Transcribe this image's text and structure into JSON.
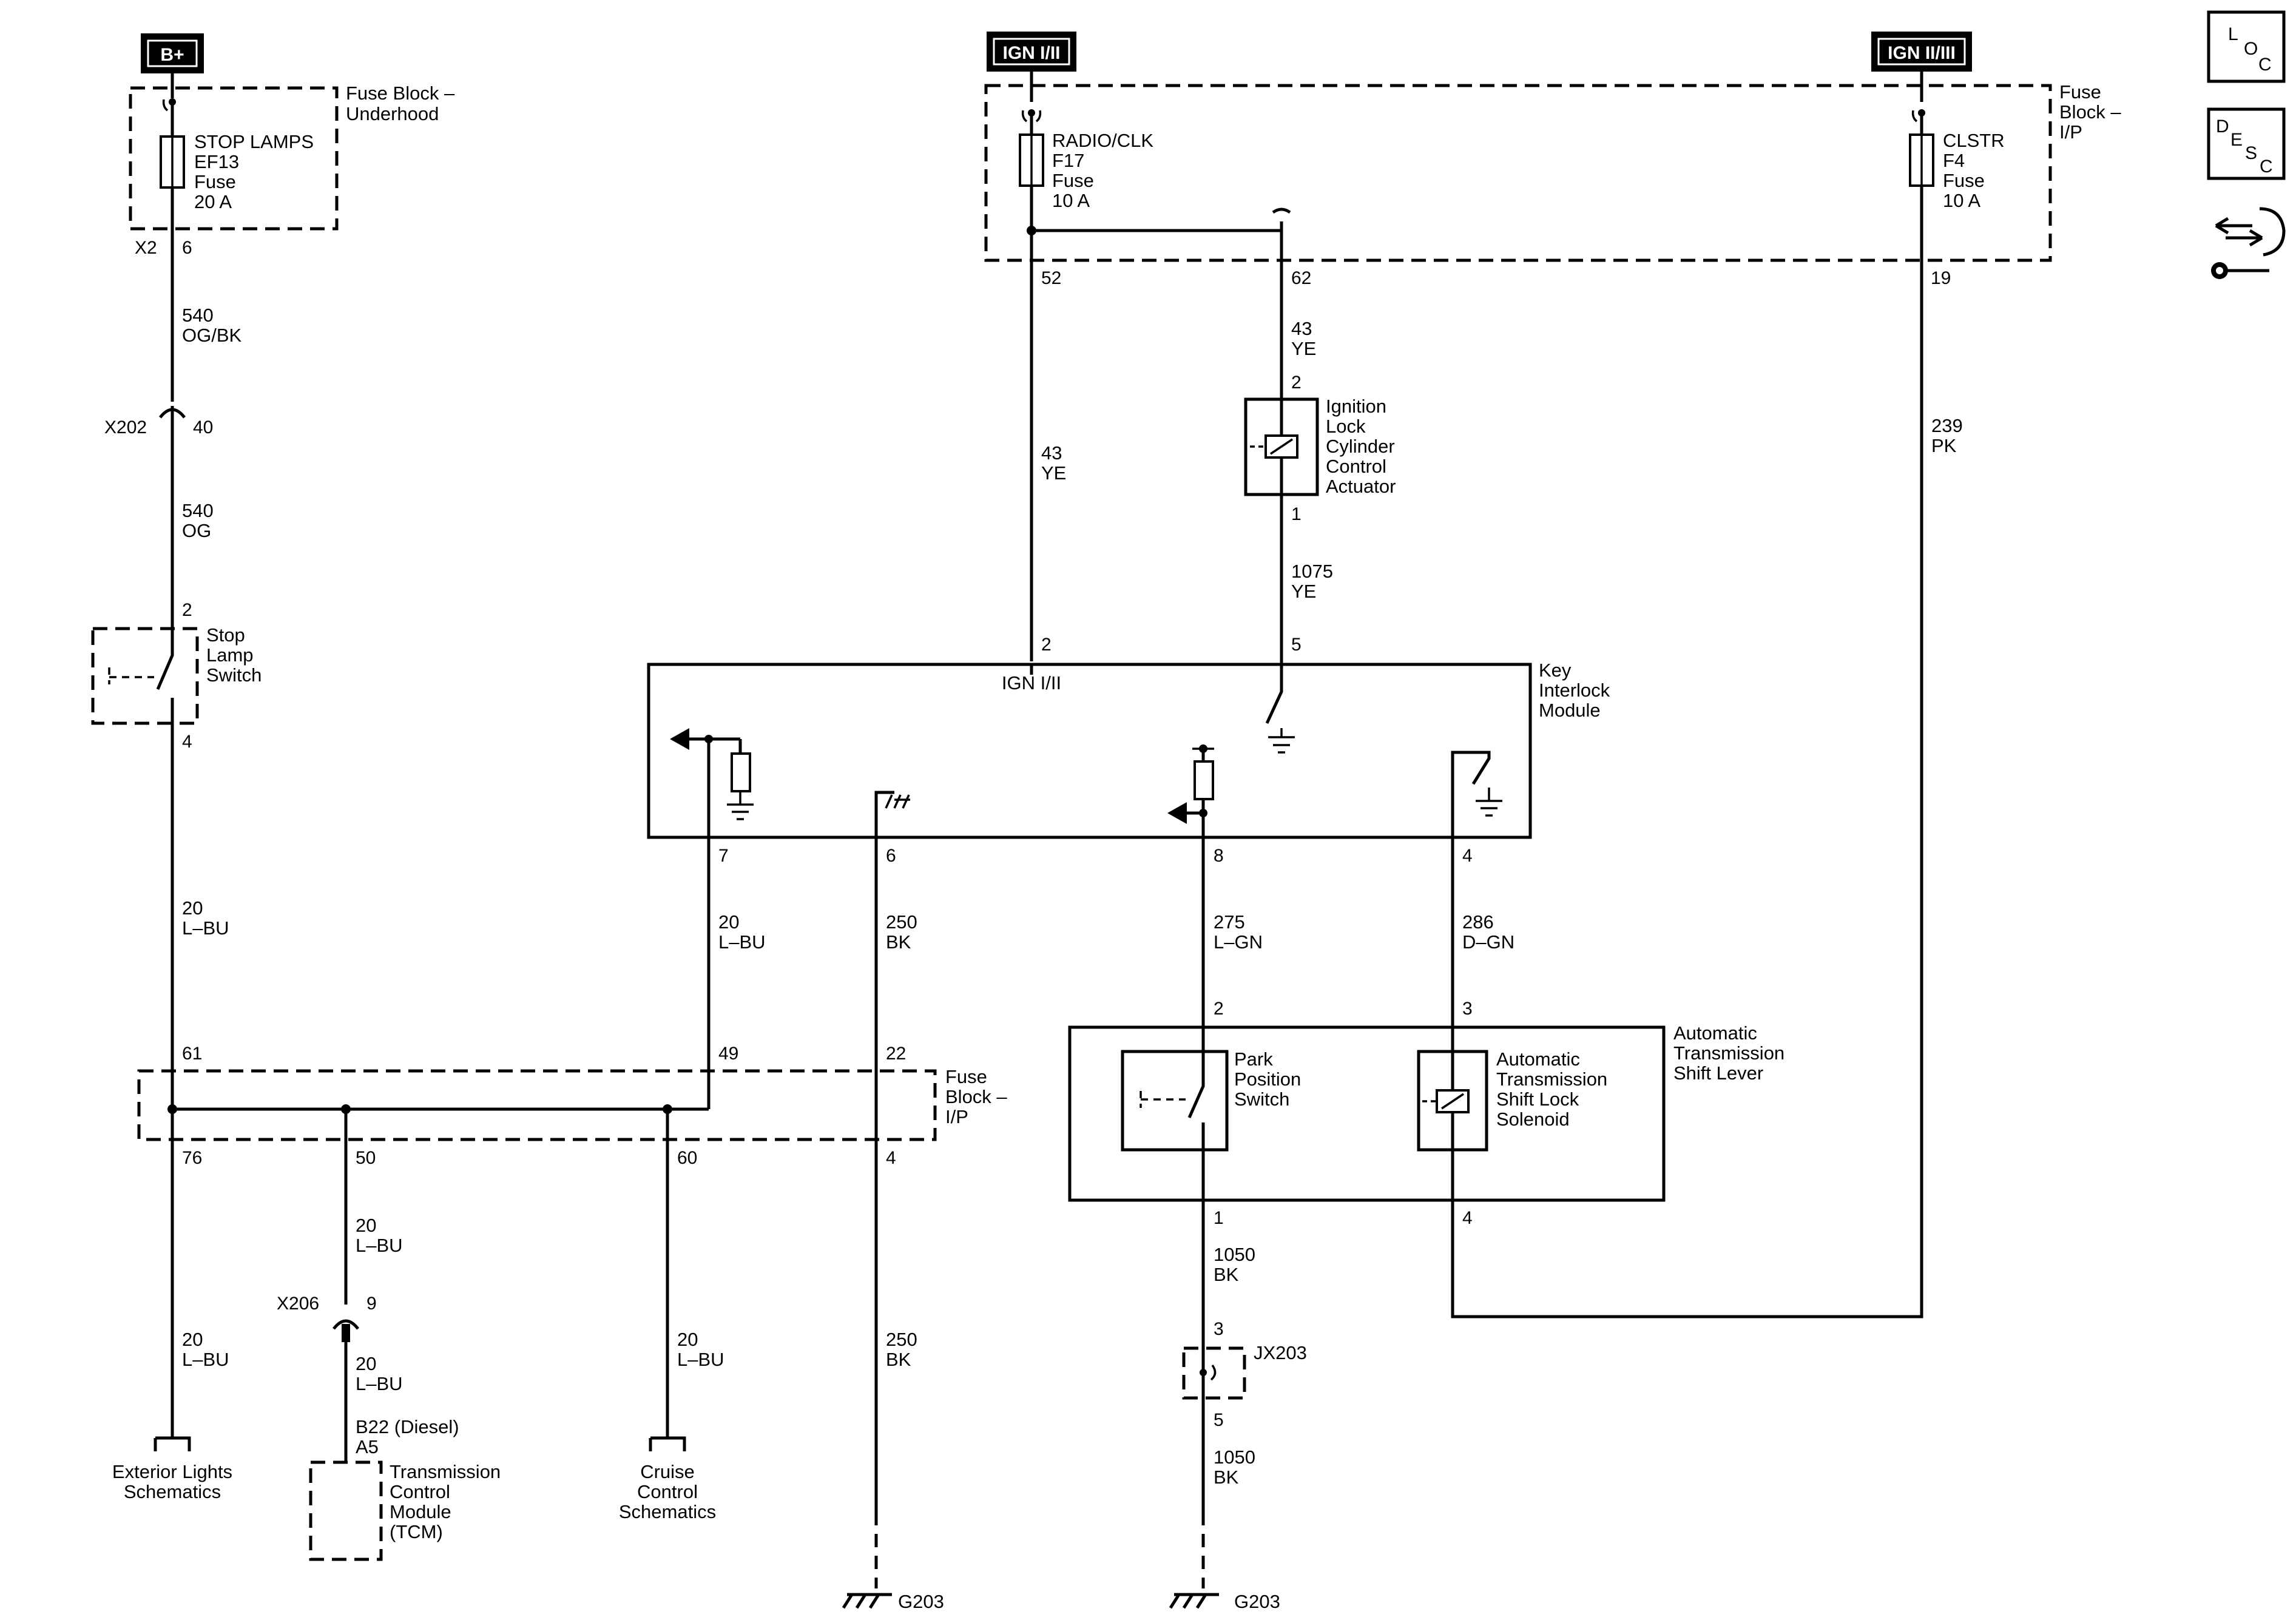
{
  "power": {
    "bplus": "B+",
    "ign_1_2": "IGN I/II",
    "ign_2_3": "IGN II/III"
  },
  "nav_icons": {
    "loc": {
      "l1": "L",
      "l2": "O",
      "l3": "C"
    },
    "desc": {
      "l1": "D",
      "l2": "E",
      "l3": "S",
      "l4": "C"
    },
    "tool_icon": "connector-wrench-icon"
  },
  "fuse_block_underhood": {
    "title1": "Fuse Block –",
    "title2": "Underhood",
    "fuse_name": "STOP LAMPS",
    "fuse_id": "EF13",
    "fuse_word": "Fuse",
    "fuse_rating": "20 A",
    "connector": "X2",
    "pin": "6"
  },
  "fuse_block_ip_top": {
    "title1": "Fuse",
    "title2": "Block –",
    "title3": "I/P",
    "fuse1": {
      "name": "RADIO/CLK",
      "id": "F17",
      "word": "Fuse",
      "rating": "10 A",
      "pin": "52"
    },
    "branch_pin": "62",
    "fuse2": {
      "name": "CLSTR",
      "id": "F4",
      "word": "Fuse",
      "rating": "10 A",
      "pin": "19"
    }
  },
  "wires": {
    "w540_obk": {
      "circuit": "540",
      "color": "OG/BK"
    },
    "x202": {
      "connector": "X202",
      "pin": "40"
    },
    "w540_og": {
      "circuit": "540",
      "color": "OG"
    },
    "w43_ye_a": {
      "circuit": "43",
      "color": "YE"
    },
    "w43_ye_b": {
      "circuit": "43",
      "color": "YE"
    },
    "w1075": {
      "circuit": "1075",
      "color": "YE"
    },
    "w239": {
      "circuit": "239",
      "color": "PK"
    },
    "w20_lbu_a": {
      "circuit": "20",
      "color": "L–BU"
    },
    "w20_lbu_b": {
      "circuit": "20",
      "color": "L–BU"
    },
    "w250_bk_a": {
      "circuit": "250",
      "color": "BK"
    },
    "w275": {
      "circuit": "275",
      "color": "L–GN"
    },
    "w286": {
      "circuit": "286",
      "color": "D–GN"
    },
    "w20_lbu_c": {
      "circuit": "20",
      "color": "L–BU"
    },
    "x206": {
      "connector": "X206",
      "pin": "9"
    },
    "w20_lbu_d": {
      "circuit": "20",
      "color": "L–BU"
    },
    "w20_lbu_e": {
      "circuit": "20",
      "color": "L–BU"
    },
    "w20_lbu_f": {
      "circuit": "20",
      "color": "L–BU"
    },
    "w250_bk_b": {
      "circuit": "250",
      "color": "BK"
    },
    "w1050_a": {
      "circuit": "1050",
      "color": "BK"
    },
    "w1050_b": {
      "circuit": "1050",
      "color": "BK"
    }
  },
  "ignition_lock": {
    "l1": "Ignition",
    "l2": "Lock",
    "l3": "Cylinder",
    "l4": "Control",
    "l5": "Actuator",
    "pin_top": "2",
    "pin_bottom": "1"
  },
  "stop_lamp_switch": {
    "l1": "Stop",
    "l2": "Lamp",
    "l3": "Switch",
    "pin_top": "2",
    "pin_bottom": "4"
  },
  "key_interlock": {
    "l1": "Key",
    "l2": "Interlock",
    "l3": "Module",
    "inner_label": "IGN I/II",
    "pins": {
      "p2": "2",
      "p5": "5",
      "p7": "7",
      "p6": "6",
      "p8": "8",
      "p4": "4"
    }
  },
  "fuse_block_ip_bottom": {
    "title1": "Fuse",
    "title2": "Block –",
    "title3": "I/P",
    "pins": {
      "p61": "61",
      "p49": "49",
      "p22": "22",
      "p76": "76",
      "p50": "50",
      "p60": "60",
      "p4": "4"
    }
  },
  "shift_lever": {
    "l1": "Automatic",
    "l2": "Transmission",
    "l3": "Shift Lever",
    "park_switch": {
      "l1": "Park",
      "l2": "Position",
      "l3": "Switch"
    },
    "solenoid": {
      "l1": "Automatic",
      "l2": "Transmission",
      "l3": "Shift Lock",
      "l4": "Solenoid"
    },
    "pins": {
      "p2": "2",
      "p3": "3",
      "p1": "1",
      "p4": "4"
    }
  },
  "jx203": {
    "name": "JX203",
    "pin_top": "3",
    "pin_bottom": "5"
  },
  "tcm": {
    "ref1": "B22 (Diesel)",
    "ref2": "A5",
    "l1": "Transmission",
    "l2": "Control",
    "l3": "Module",
    "l4": "(TCM)"
  },
  "refs": {
    "exterior1": "Exterior Lights",
    "exterior2": "Schematics",
    "cruise1": "Cruise",
    "cruise2": "Control",
    "cruise3": "Schematics"
  },
  "grounds": {
    "g1": "G203",
    "g2": "G203"
  }
}
